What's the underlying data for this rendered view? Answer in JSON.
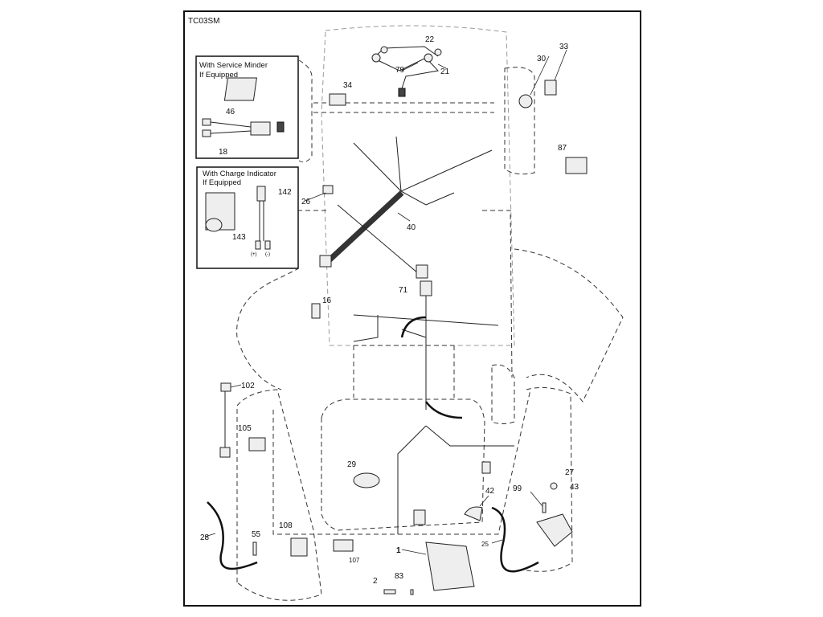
{
  "diagram": {
    "code": "TC03SM",
    "service_minder_box": {
      "title_line1": "With Service Minder",
      "title_line2": "If Equipped"
    },
    "charge_indicator_box": {
      "title_line1": "With Charge Indicator",
      "title_line2": "If Equipped",
      "polarity_plus": "(+)",
      "polarity_minus": "(-)"
    },
    "callouts": {
      "c22": "22",
      "c79": "79",
      "c21": "21",
      "c34": "34",
      "c30": "30",
      "c33": "33",
      "c87": "87",
      "c46": "46",
      "c18": "18",
      "c142": "142",
      "c143": "143",
      "c26": "26",
      "c40": "40",
      "c71": "71",
      "c16": "16",
      "c102": "102",
      "c105": "105",
      "c29": "29",
      "c42": "42",
      "c99": "99",
      "c27": "27",
      "c43": "43",
      "c28": "28",
      "c55": "55",
      "c108": "108",
      "c107": "107",
      "c1": "1",
      "c25": "25",
      "c2": "2",
      "c83": "83"
    }
  }
}
